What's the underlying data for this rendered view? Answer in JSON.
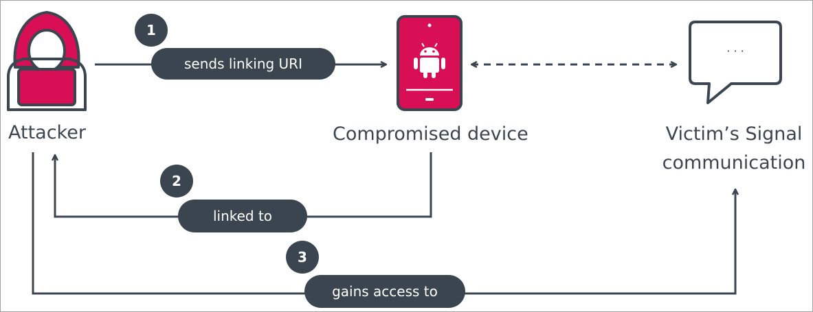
{
  "nodes": {
    "attacker": {
      "label": "Attacker"
    },
    "device": {
      "label": "Compromised device"
    },
    "signal": {
      "label_line1": "Victim’s Signal",
      "label_line2": "communication",
      "bubble_text": "· · ·"
    }
  },
  "steps": [
    {
      "number": "1",
      "label": "sends linking URI"
    },
    {
      "number": "2",
      "label": "linked to"
    },
    {
      "number": "3",
      "label": "gains access to"
    }
  ],
  "colors": {
    "accent": "#d90f56",
    "dark": "#3b4550",
    "border": "#a0a0a0"
  },
  "icons": [
    "hacker-icon",
    "android-phone-icon",
    "chat-bubble-icon"
  ]
}
